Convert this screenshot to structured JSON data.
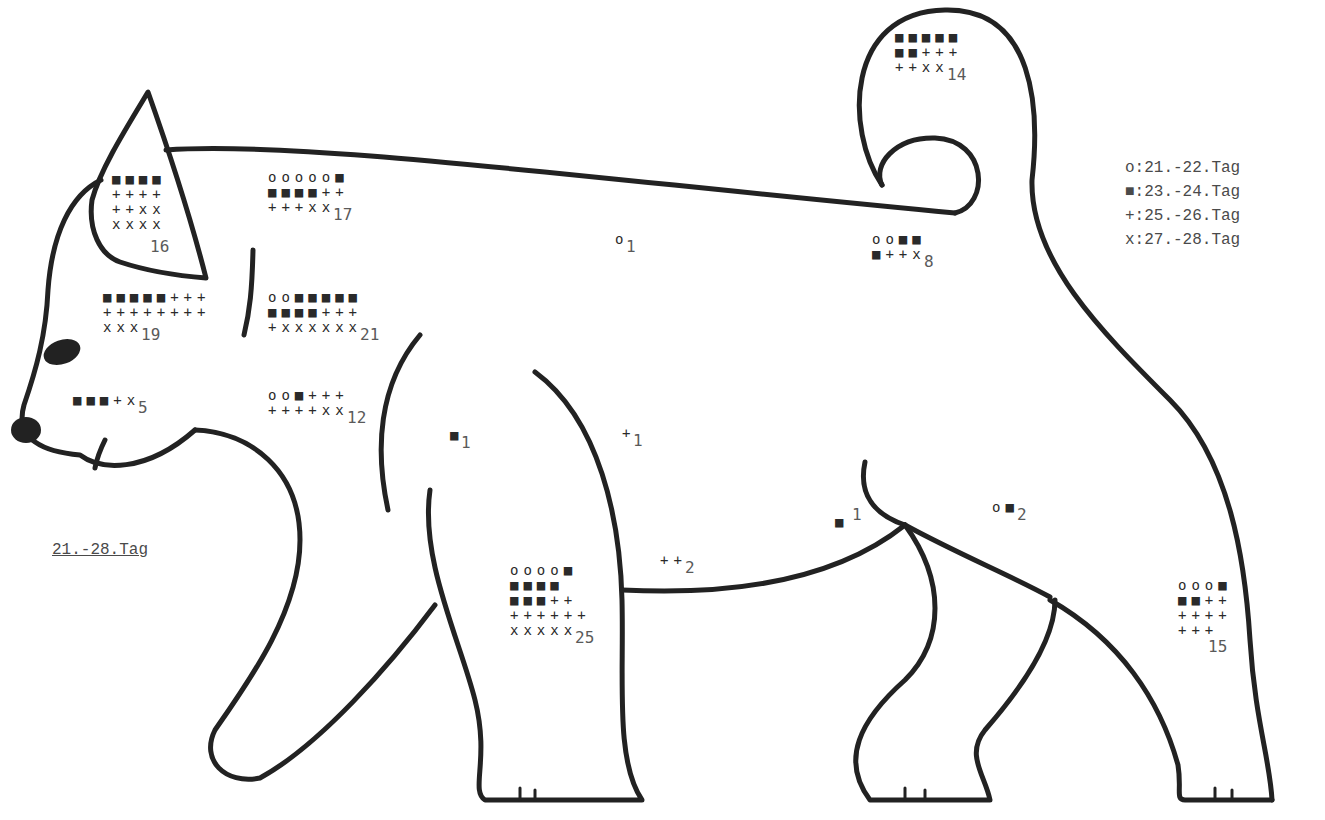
{
  "diagram": {
    "title": "21.-28.Tag",
    "labels": [
      "■■■■■",
      "■■+++",
      "++xx",
      "14",
      "■■■■",
      "++++",
      "++xx",
      "xxxx",
      "16",
      "ooooo■",
      "■■■■++",
      "+++xx",
      "17",
      "o",
      "1",
      "oo■■",
      "■++x",
      "8",
      "■■■■■+++",
      "++++++++",
      "xxx",
      "19",
      "oo■■■■■",
      "■■■■+++",
      "+xxxxxx",
      "21",
      "■■■+x",
      "5",
      "oo■+++",
      "++++xx",
      "12",
      "■",
      "1",
      "+",
      "1",
      "■",
      "1",
      "o■",
      "2",
      "++",
      "2",
      "oooo■",
      "■■■■",
      "■■■++",
      "++++++",
      "xxxxx",
      "25",
      "ooo■",
      "■■++",
      "++++",
      "+++",
      "15"
    ],
    "legend": [
      {
        "text": "o:21.-22.Tag"
      },
      {
        "text": "■:23.-24.Tag"
      },
      {
        "text": "+:25.-26.Tag"
      },
      {
        "text": "x:27.-28.Tag"
      }
    ]
  }
}
